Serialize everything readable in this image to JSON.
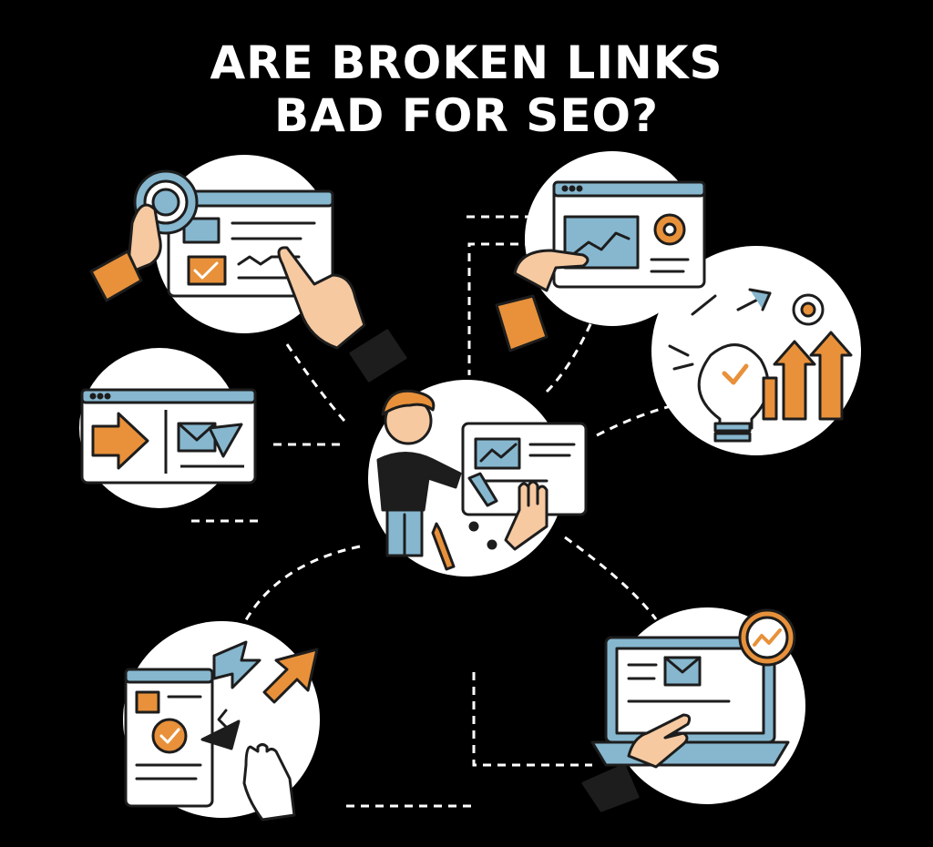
{
  "title": {
    "line1": "ARE BROKEN LINKS",
    "line2": "BAD FOR SEO?"
  },
  "colors": {
    "background": "#000000",
    "circle_fill": "#ffffff",
    "accent_orange": "#e8913a",
    "accent_blue": "#86b7cf",
    "outline": "#1d1d1d",
    "skin": "#f6c9a0",
    "connector": "#ffffff"
  },
  "illustrations": [
    {
      "name": "hand-pressing-button-browser",
      "icon": "target-button-icon"
    },
    {
      "name": "hand-tapping-analytics-chart",
      "icon": "gear-icon"
    },
    {
      "name": "idea-growth",
      "icon": "lightbulb-icon"
    },
    {
      "name": "redirect-arrow-browser",
      "icon": "arrow-right-icon"
    },
    {
      "name": "person-editing-links",
      "icon": "pencil-icon"
    },
    {
      "name": "broken-link-document",
      "icon": "broken-link-icon"
    },
    {
      "name": "laptop-trend-notification",
      "icon": "trend-icon"
    }
  ]
}
